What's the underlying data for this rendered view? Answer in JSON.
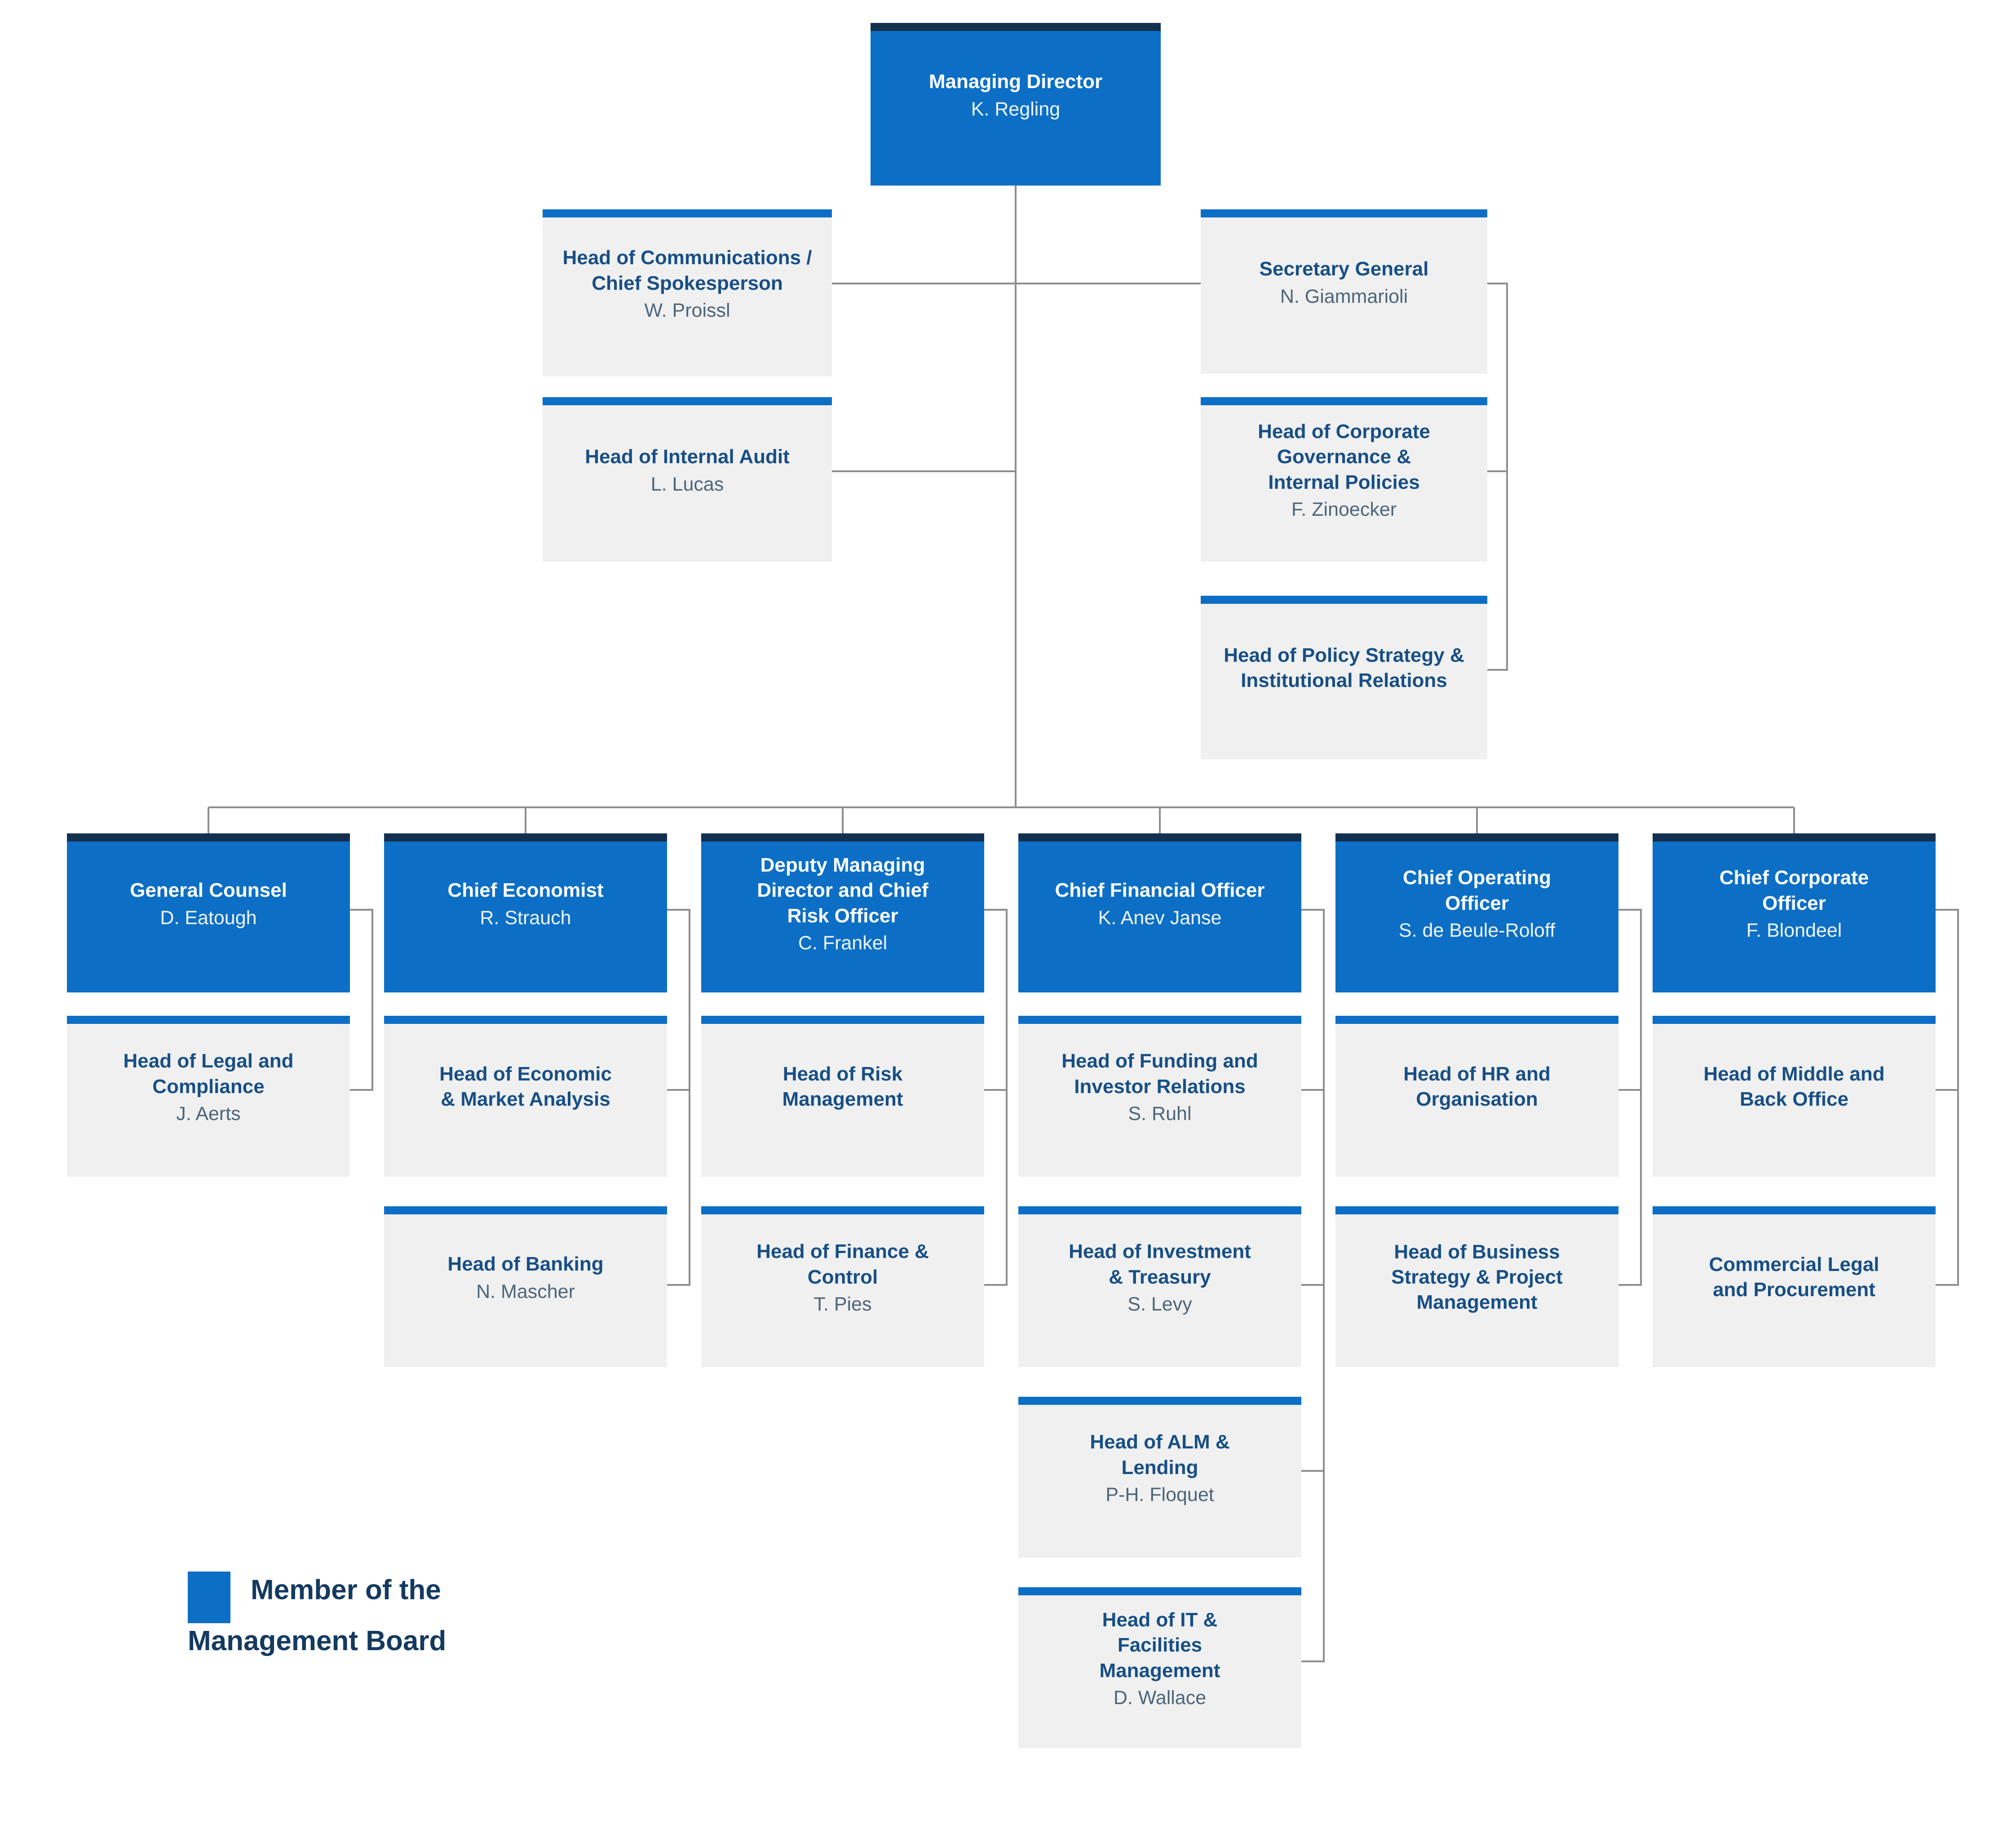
{
  "palette": {
    "board_blue": "#0c6fc5",
    "navy_strip": "#13304f",
    "gray_bg": "#f0f0f1",
    "gray_title": "#174f85",
    "gray_name": "#4c6579",
    "white_name": "#f0f5fa",
    "legend_text": "#143a60",
    "line_gray": "#8d8d8d"
  },
  "legend": {
    "label": "Member of the Management Board"
  },
  "nodes": {
    "managing_director": {
      "title": "Managing Director",
      "name": "K. Regling"
    },
    "communications": {
      "title": "Head of Communications /\nChief Spokesperson",
      "name": "W. Proissl"
    },
    "internal_audit": {
      "title": "Head of Internal Audit",
      "name": "L. Lucas"
    },
    "secretary_general": {
      "title": "Secretary General",
      "name": "N. Giammarioli"
    },
    "corporate_governance": {
      "title": "Head of Corporate\nGovernance &\nInternal Policies",
      "name": "F. Zinoecker"
    },
    "policy_strategy": {
      "title": "Head of Policy Strategy &\nInstitutional Relations",
      "name": ""
    },
    "general_counsel": {
      "title": "General Counsel",
      "name": "D. Eatough"
    },
    "legal_compliance": {
      "title": "Head of Legal and\nCompliance",
      "name": "J. Aerts"
    },
    "chief_economist": {
      "title": "Chief Economist",
      "name": "R. Strauch"
    },
    "economic_market_analysis": {
      "title": "Head of Economic\n& Market Analysis",
      "name": ""
    },
    "banking": {
      "title": "Head of Banking",
      "name": "N. Mascher"
    },
    "deputy_md_cro": {
      "title": "Deputy Managing\nDirector and Chief\nRisk Officer",
      "name": "C. Frankel"
    },
    "risk_management": {
      "title": "Head of Risk\nManagement",
      "name": ""
    },
    "finance_control": {
      "title": "Head of Finance &\nControl",
      "name": "T. Pies"
    },
    "cfo": {
      "title": "Chief Financial Officer",
      "name": "K. Anev Janse"
    },
    "funding_ir": {
      "title": "Head of Funding and\nInvestor Relations",
      "name": "S. Ruhl"
    },
    "investment_treasury": {
      "title": "Head of Investment\n& Treasury",
      "name": "S. Levy"
    },
    "alm_lending": {
      "title": "Head of ALM &\nLending",
      "name": "P-H. Floquet"
    },
    "it_facilities": {
      "title": "Head of IT &\nFacilities\nManagement",
      "name": "D. Wallace"
    },
    "coo": {
      "title": "Chief Operating\nOfficer",
      "name": "S. de Beule-Roloff"
    },
    "hr_organisation": {
      "title": "Head of HR and\nOrganisation",
      "name": ""
    },
    "business_strategy_pm": {
      "title": "Head of Business\nStrategy & Project\nManagement",
      "name": ""
    },
    "cco": {
      "title": "Chief Corporate\nOfficer",
      "name": "F. Blondeel"
    },
    "middle_back_office": {
      "title": "Head of Middle and\nBack Office",
      "name": ""
    },
    "commercial_legal_procurement": {
      "title": "Commercial Legal\nand Procurement",
      "name": ""
    }
  }
}
